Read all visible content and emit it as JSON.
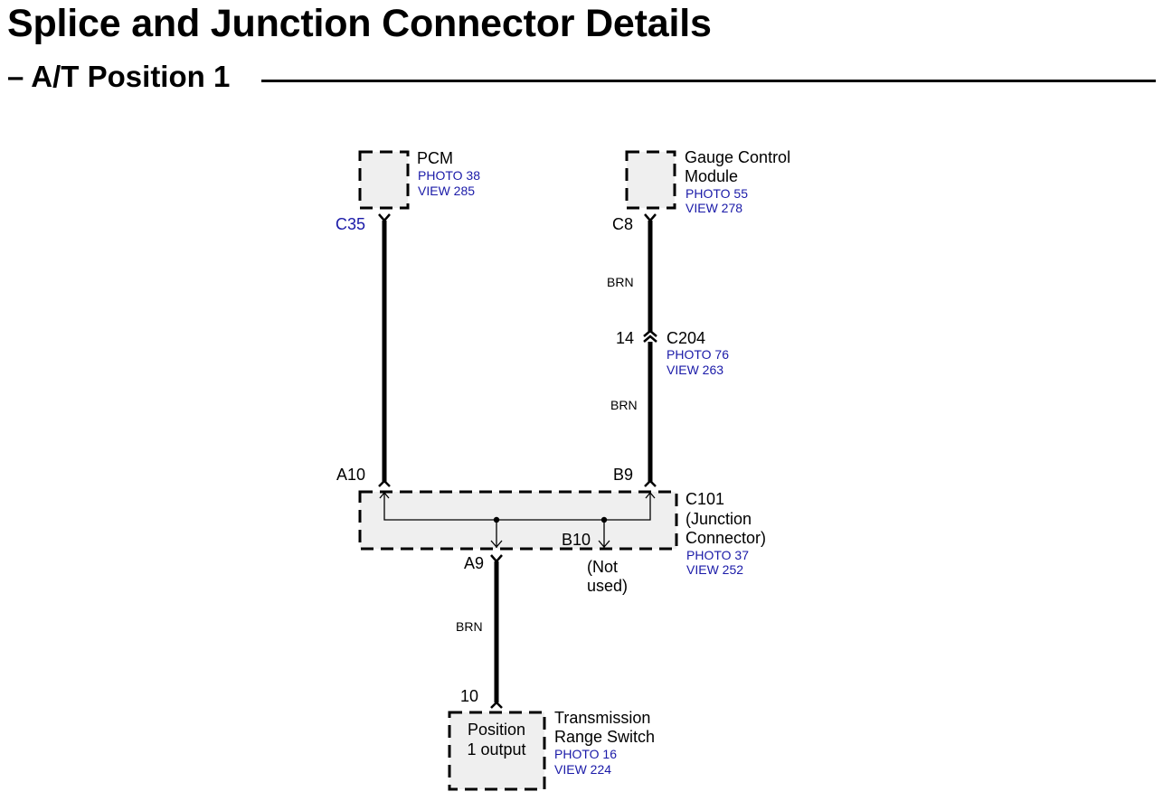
{
  "header": {
    "title": "Splice and Junction Connector Details",
    "section": "– A/T Position 1"
  },
  "components": {
    "pcm": {
      "name": "PCM",
      "photo": "PHOTO 38",
      "view": "VIEW 285",
      "connector": "C35"
    },
    "gauge": {
      "name_line1": "Gauge Control",
      "name_line2": "Module",
      "photo": "PHOTO 55",
      "view": "VIEW 278",
      "connector": "C8"
    },
    "c204": {
      "name": "C204",
      "pin": "14",
      "photo": "PHOTO 76",
      "view": "VIEW 263"
    },
    "c101": {
      "name_line1": "C101",
      "name_line2": "(Junction",
      "name_line3": "Connector)",
      "photo": "PHOTO 37",
      "view": "VIEW 252",
      "pin_a10": "A10",
      "pin_b9": "B9",
      "pin_a9": "A9",
      "pin_b10": "B10",
      "not_used_line1": "(Not",
      "not_used_line2": "used)"
    },
    "trs": {
      "inner_line1": "Position",
      "inner_line2": "1 output",
      "name_line1": "Transmission",
      "name_line2": "Range Switch",
      "photo": "PHOTO 16",
      "view": "VIEW 224",
      "pin": "10"
    }
  },
  "wires": {
    "brn_upper": "BRN",
    "brn_middle": "BRN",
    "brn_lower": "BRN"
  },
  "colors": {
    "link": "#1a1aa8",
    "box_fill": "#efefef"
  }
}
